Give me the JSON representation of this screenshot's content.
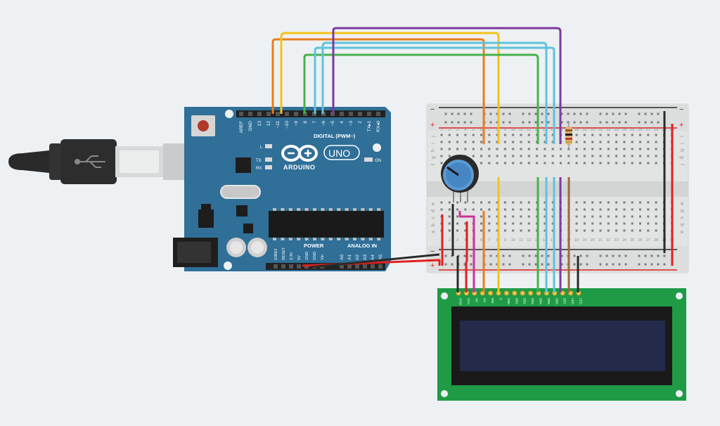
{
  "arduino": {
    "brand": "ARDUINO",
    "model": "UNO",
    "header_digital_label": "DIGITAL (PWM~)",
    "pins_digital": [
      "AREF",
      "GND",
      "13",
      "12",
      "~11",
      "~10",
      "~9",
      "8",
      "7",
      "~6",
      "~5",
      "4",
      "~3",
      "2",
      "TX▸1",
      "RX◂0"
    ],
    "led_labels": {
      "l": "L",
      "tx": "TX",
      "rx": "RX",
      "on": "ON"
    },
    "power_label": "POWER",
    "analog_label": "ANALOG IN",
    "pins_power": [
      "IOREF",
      "RESET",
      "3.3V",
      "5V",
      "GND",
      "GND",
      "Vin"
    ],
    "pins_analog": [
      "A0",
      "A1",
      "A2",
      "A3",
      "A4",
      "A5"
    ]
  },
  "breadboard": {
    "columns": [
      "1",
      "2",
      "3",
      "4",
      "5",
      "6",
      "7",
      "8",
      "9",
      "10",
      "11",
      "12",
      "13",
      "14",
      "15",
      "16",
      "17",
      "18",
      "19",
      "20",
      "21",
      "22",
      "23",
      "24",
      "25",
      "26",
      "27",
      "28",
      "29",
      "30"
    ],
    "rows_top": [
      "j",
      "i",
      "h",
      "g",
      "f"
    ],
    "rows_bottom": [
      "e",
      "d",
      "c",
      "b",
      "a"
    ],
    "rail_minus": "−",
    "rail_plus": "+"
  },
  "lcd": {
    "pins": [
      "GND",
      "VCC",
      "V0",
      "RS",
      "RW",
      "E",
      "DB0",
      "DB1",
      "DB2",
      "DB3",
      "DB4",
      "DB5",
      "DB6",
      "DB7",
      "LED",
      "LED"
    ]
  },
  "colors": {
    "board_blue": "#2f6f98",
    "wire_orange": "#e87d1e",
    "wire_yellow": "#f2c318",
    "wire_green": "#45b34a",
    "wire_blue": "#5ec3dc",
    "wire_purple": "#7c3aa0",
    "wire_red": "#e02020",
    "wire_black": "#2b2b2b",
    "wire_magenta": "#d0309a",
    "lcd_green": "#1f9b46",
    "lcd_screen": "#232a4a"
  }
}
